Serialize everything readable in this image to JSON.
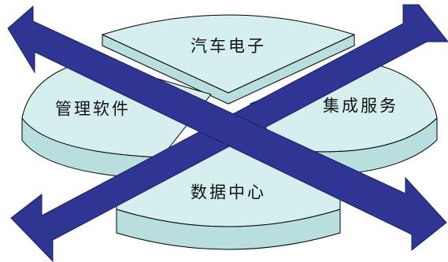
{
  "segments": {
    "top": {
      "label": "汽车电子"
    },
    "left": {
      "label": "管理软件"
    },
    "right": {
      "label": "集成服务"
    },
    "bottom": {
      "label": "数据中心"
    }
  },
  "colors": {
    "segment_top": "#d5eeee",
    "segment_side": "#b8dede",
    "arrow": "#2e3592",
    "outline": "#000000"
  }
}
